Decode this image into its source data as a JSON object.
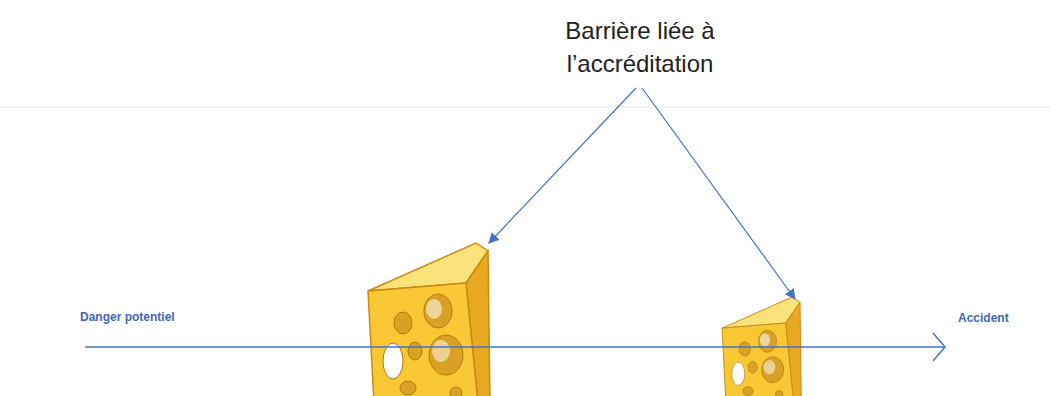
{
  "diagram": {
    "labels": [
      "Barrière liée à l’accréditation",
      "Danger potentiel",
      "Accident"
    ]
  }
}
